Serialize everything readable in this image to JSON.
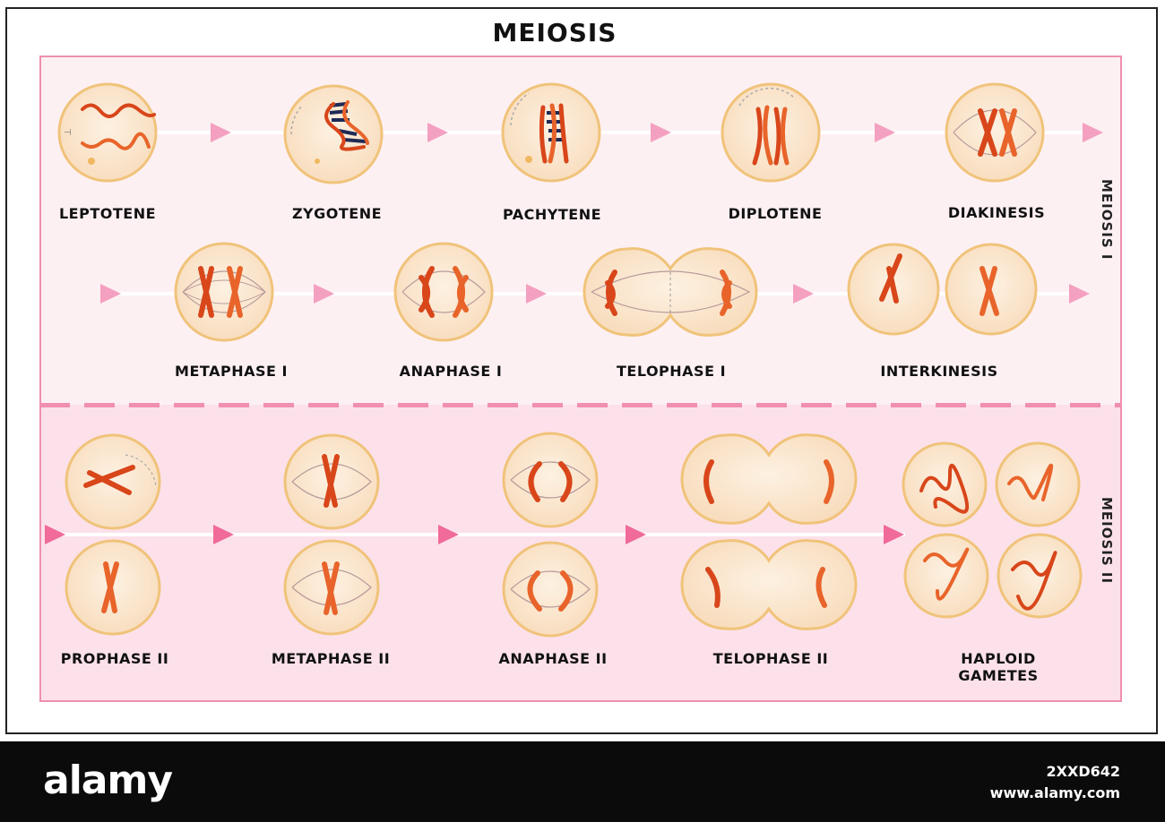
{
  "title": "MEIOSIS",
  "sections": {
    "meiosis1_label": "MEIOSIS I",
    "meiosis2_label": "MEIOSIS II"
  },
  "stages": {
    "leptotene": "LEPTOTENE",
    "zygotene": "ZYGOTENE",
    "pachytene": "PACHYTENE",
    "diplotene": "DIPLOTENE",
    "diakinesis": "DIAKINESIS",
    "metaphase1": "METAPHASE I",
    "anaphase1": "ANAPHASE I",
    "telophase1": "TELOPHASE I",
    "interkinesis": "INTERKINESIS",
    "prophase2": "PROPHASE II",
    "metaphase2": "METAPHASE II",
    "anaphase2": "ANAPHASE II",
    "telophase2": "TELOPHASE II",
    "haploid_line1": "HAPLOID",
    "haploid_line2": "GAMETES"
  },
  "footer": {
    "brand": "alamy",
    "image_id": "2XXD642",
    "url": "www.alamy.com"
  },
  "colors": {
    "panel_border": "#f08fb0",
    "panel1_bg": "#fdf0f3",
    "panel2_bg": "#fce1ea",
    "cell_fill": "#fbe7cf",
    "cell_border": "#f0c37a",
    "chromosome": "#e2521f",
    "arrow": "#f4a0c0"
  }
}
